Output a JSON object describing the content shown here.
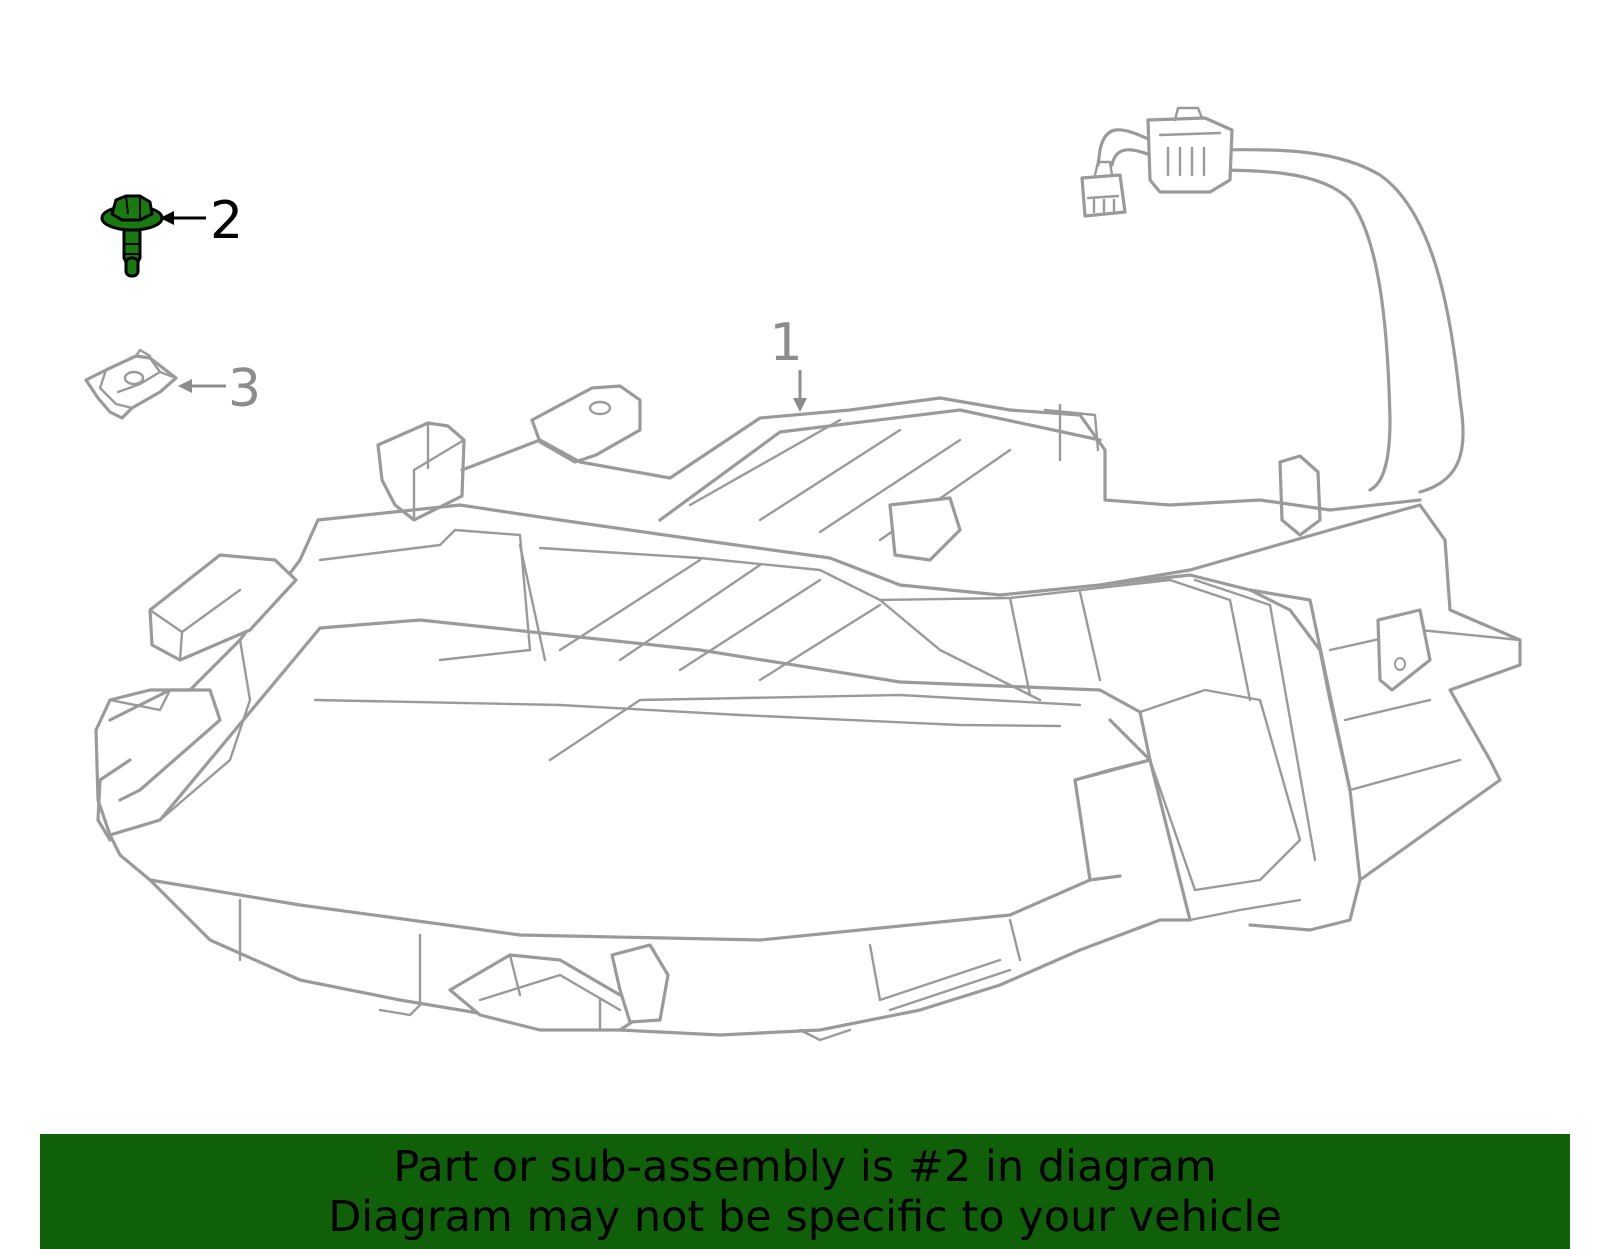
{
  "callouts": {
    "part1": "1",
    "part2": "2",
    "part3": "3"
  },
  "banner": {
    "line1": "Part or sub-assembly is #2 in diagram",
    "line2": "Diagram may not be specific to your vehicle"
  },
  "colors": {
    "highlight": "#10600a",
    "part_fill_highlight": "#1a7a12",
    "outline": "#9a9a9a",
    "callout_gray": "#8c8c8c"
  }
}
